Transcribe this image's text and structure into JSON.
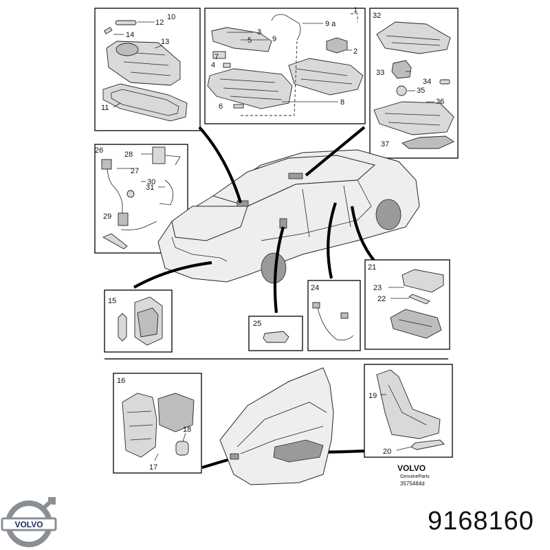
{
  "part_number": "9168160",
  "brand": {
    "logo_text": "VOLVO",
    "diagram_brand": "VOLVO",
    "genuine_parts": "GenuineParts",
    "diagram_code": "3575484d"
  },
  "callouts": {
    "c1": "1",
    "c2": "2",
    "c3": "3",
    "c4": "4",
    "c5": "5",
    "c6": "6",
    "c7": "7",
    "c8": "8",
    "c9": "9",
    "c9a": "9 a",
    "c10": "10",
    "c11": "11",
    "c12": "12",
    "c13": "13",
    "c14": "14",
    "c15": "15",
    "c16": "16",
    "c17": "17",
    "c18": "18",
    "c19": "19",
    "c20": "20",
    "c21": "21",
    "c22": "22",
    "c23": "23",
    "c24": "24",
    "c25": "25",
    "c26": "26",
    "c27": "27",
    "c28": "28",
    "c29": "29",
    "c30": "30",
    "c31": "31",
    "c32": "32",
    "c33": "33",
    "c34": "34",
    "c35": "35",
    "c36": "36",
    "c37": "37"
  },
  "colors": {
    "ink": "#111111",
    "part_fill": "#d9d9d9",
    "car_fill": "#eeeeee"
  }
}
